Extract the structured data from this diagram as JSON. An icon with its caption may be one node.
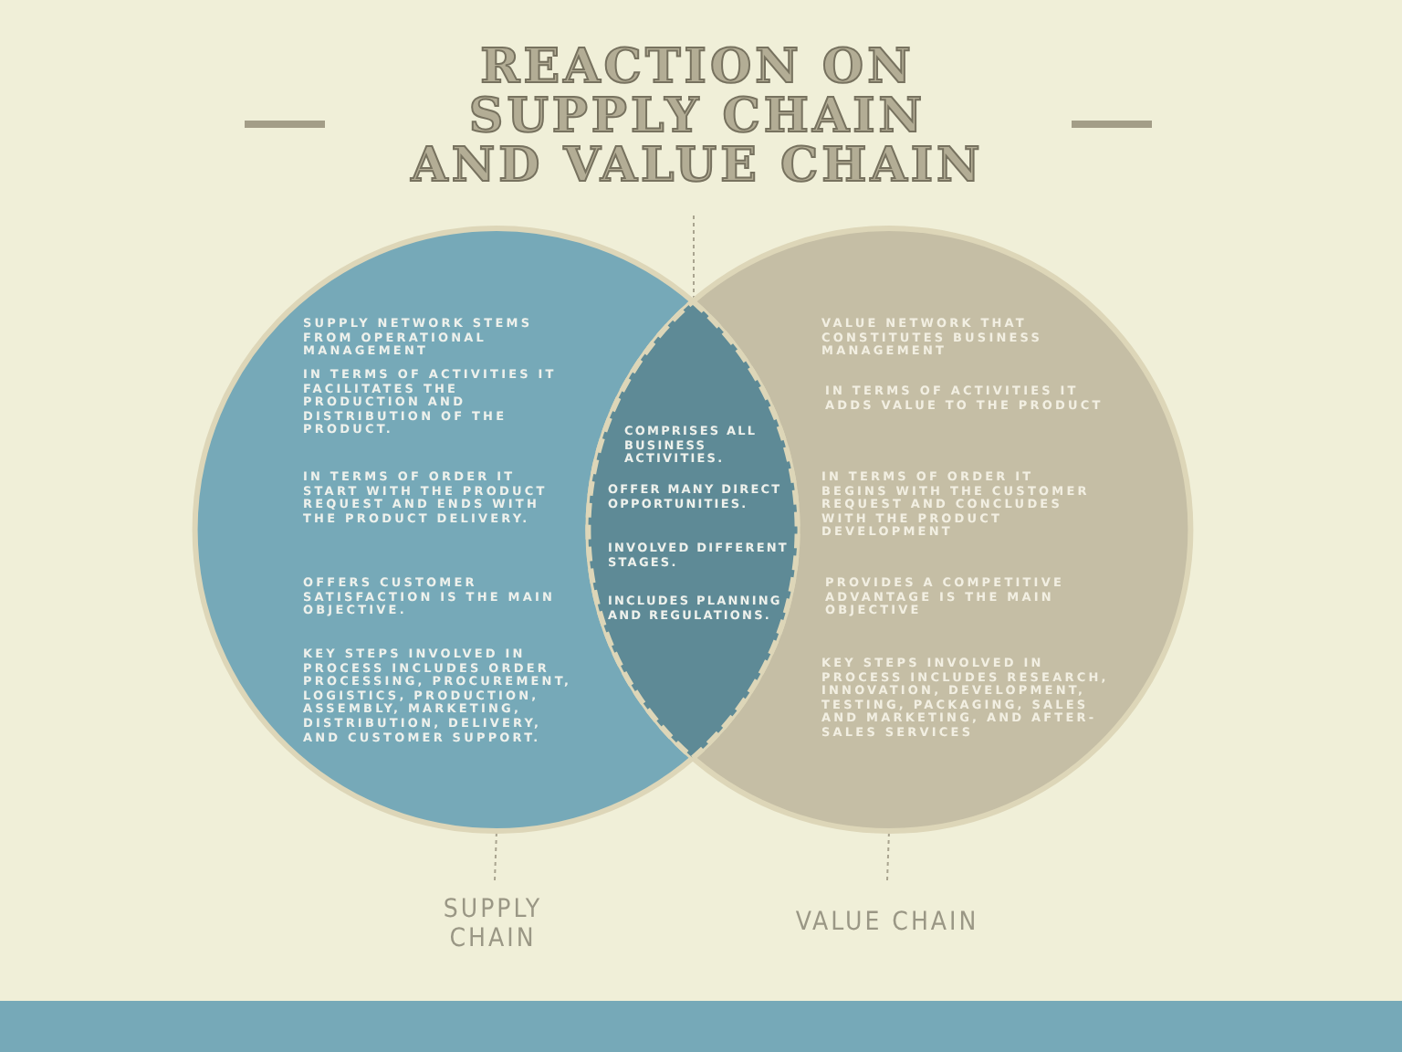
{
  "diagram": {
    "title": "REACTION ON SUPPLY CHAIN AND VALUE CHAIN",
    "nodes": [
      {
        "text": [
          "SUPPLY NETWORK STEMS FROM OPERATIONAL MANAGEMENT",
          "IN TERMS OF ACTIVITIES IT FACILITATES THE PRODUCTION AND DISTRIBUTION OF THE PRODUCT.",
          "IN TERMS OF ORDER IT START WITH THE PRODUCT REQUEST AND ENDS WITH THE PRODUCT DELIVERY.",
          "OFFERS CUSTOMER SATISFACTION IS THE MAIN OBJECTIVE.",
          "KEY STEPS INVOLVED IN PROCESS INCLUDES ORDER PROCESSING, PROCUREMENT, LOGISTICS, PRODUCTION, ASSEMBLY, MARKETING, DISTRIBUTION, DELIVERY, AND CUSTOMER SUPPORT."
        ]
      },
      {
        "text": [
          "VALUE NETWORK THAT CONSTITUTES BUSINESS MANAGEMENT",
          "IN TERMS OF ACTIVITIES IT ADDS VALUE TO THE PRODUCT",
          "IN TERMS OF ORDER IT BEGINS WITH THE CUSTOMER REQUEST AND CONCLUDES WITH THE PRODUCT DEVELOPMENT",
          "PROVIDES A COMPETITIVE ADVANTAGE IS THE MAIN OBJECTIVE",
          "KEY STEPS INVOLVED IN PROCESS INCLUDES  RESEARCH, INNOVATION, DEVELOPMENT, TESTING, PACKAGING, SALES AND MARKETING, AND AFTER-SALES SERVICES"
        ]
      },
      {
        "text": [
          "COMPRISES ALL BUSINESS ACTIVITIES.",
          "OFFER MANY DIRECT OPPORTUNITIES.",
          "INVOLVED DIFFERENT STAGES.",
          "INCLUDES PLANNING AND REGULATIONS."
        ]
      },
      {
        "text": [
          "SUPPLY CHAIN"
        ]
      },
      {
        "text": [
          "VALUE CHAIN"
        ]
      }
    ],
    "edges": [
      {
        "from": 3,
        "to": 0,
        "arrow": "none",
        "style": "dashed"
      },
      {
        "from": 4,
        "to": 1,
        "arrow": "none",
        "style": "dashed"
      },
      {
        "from": null,
        "to": 2,
        "arrow": "none",
        "style": "dashed"
      }
    ]
  }
}
